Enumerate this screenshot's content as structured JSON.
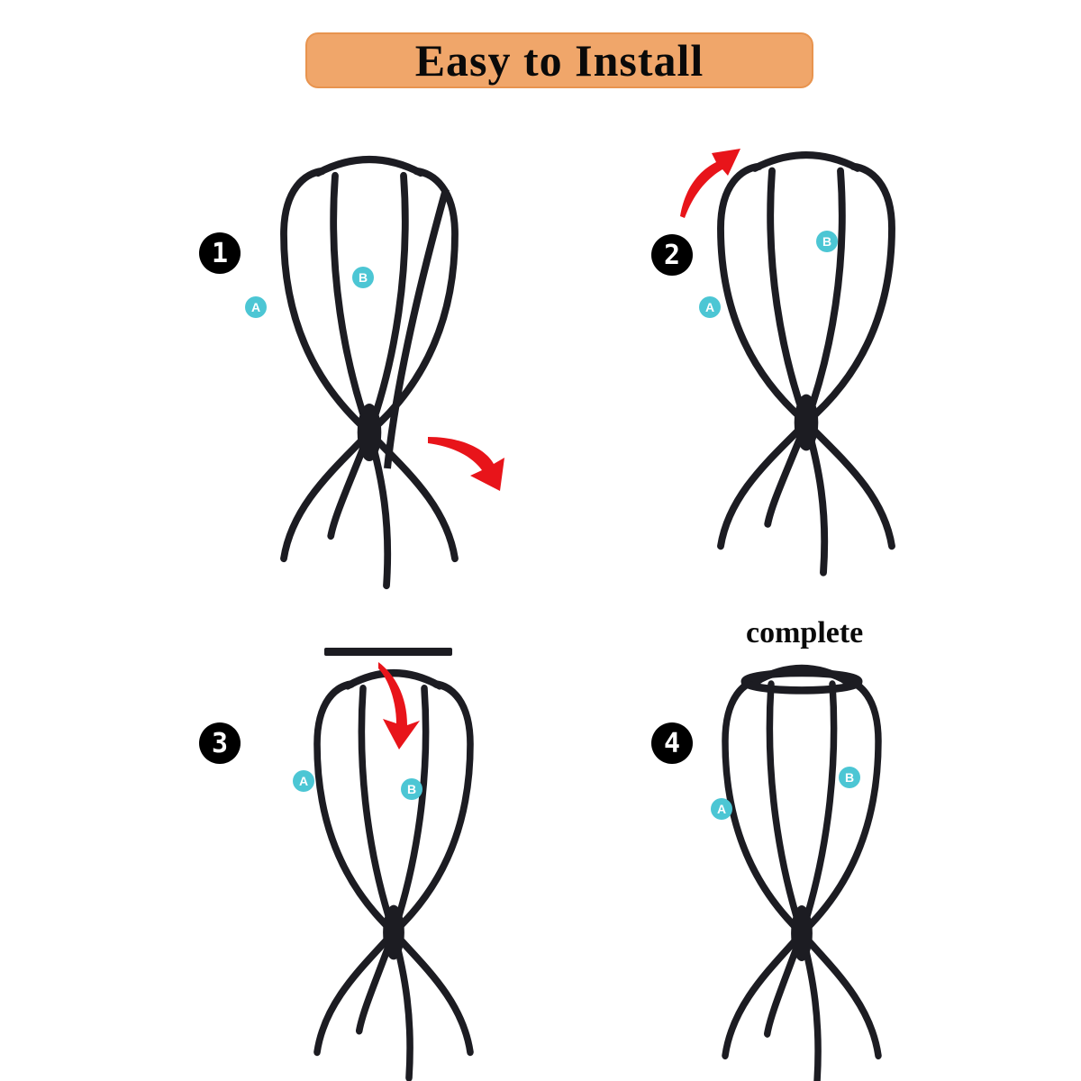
{
  "title": "Easy to Install",
  "complete_label": "complete",
  "colors": {
    "banner": "#f0a66a",
    "stand": "#1c1c22",
    "arrow": "#e8141a",
    "part_label": "#4cc6d4"
  },
  "steps": [
    {
      "number": "1",
      "parts": [
        "A",
        "B"
      ],
      "arrow": "red-curved-arrow-down-right"
    },
    {
      "number": "2",
      "parts": [
        "A",
        "B"
      ],
      "arrow": "red-curved-arrow-up-right"
    },
    {
      "number": "3",
      "parts": [
        "A",
        "B"
      ],
      "arrow": "red-curved-arrow-down"
    },
    {
      "number": "4",
      "parts": [
        "A",
        "B"
      ]
    }
  ]
}
